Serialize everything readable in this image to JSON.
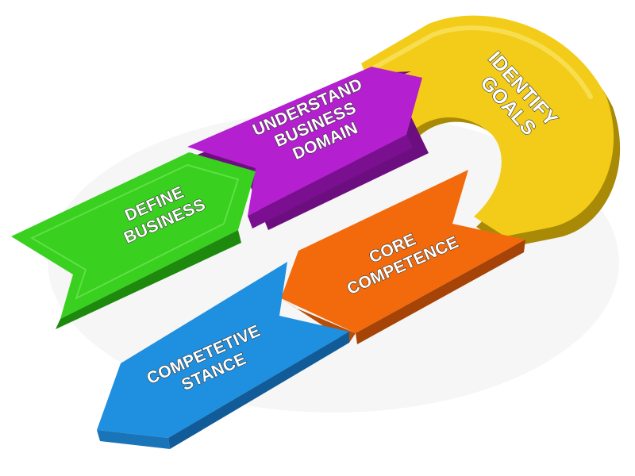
{
  "diagram": {
    "steps": [
      {
        "id": "identify-goals",
        "lines": [
          "IDENTIFY",
          "GOALS"
        ],
        "color": "#f2cc18"
      },
      {
        "id": "understand-business-domain",
        "lines": [
          "UNDERSTAND",
          "BUSINESS",
          "DOMAIN"
        ],
        "color": "#b41fd0"
      },
      {
        "id": "define-business",
        "lines": [
          "DEFINE",
          "BUSINESS"
        ],
        "color": "#39d020"
      },
      {
        "id": "core-competence",
        "lines": [
          "CORE",
          "COMPETENCE"
        ],
        "color": "#f26a0c"
      },
      {
        "id": "competetive-stance",
        "lines": [
          "COMPETETIVE",
          "STANCE"
        ],
        "color": "#1f8fe0"
      }
    ]
  }
}
